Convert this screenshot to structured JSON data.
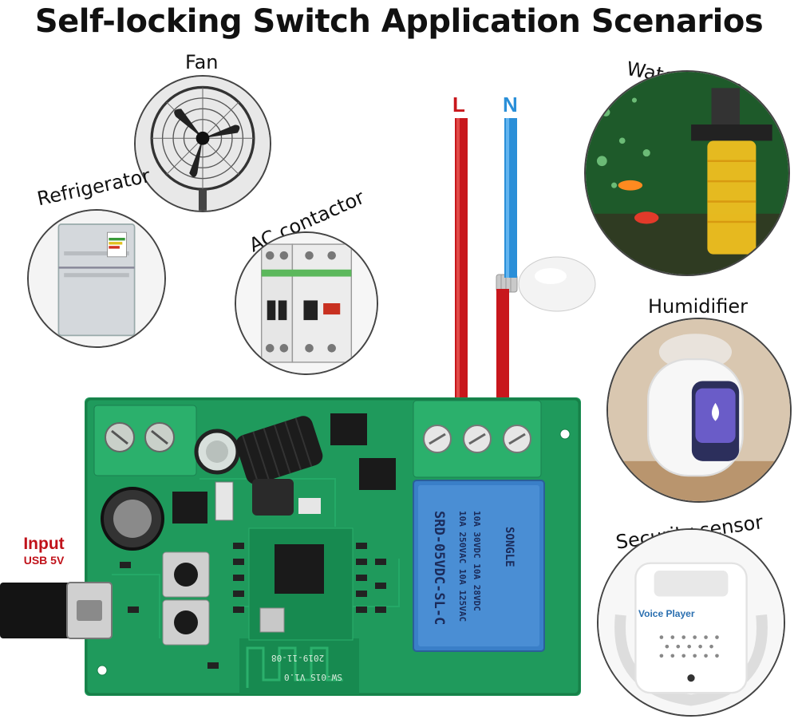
{
  "title": "Self-locking Switch Application Scenarios",
  "scenarios": {
    "fan": "Fan",
    "refrigerator": "Refrigerator",
    "ac_contactor": "AC contactor",
    "water_pump": "Water pump",
    "humidifier": "Humidifier",
    "security_sensor": "Security sensor"
  },
  "input": {
    "line1": "Input",
    "line2": "USB 5V"
  },
  "wires": {
    "live": "L",
    "neutral": "N"
  },
  "relay": {
    "brand": "SONGLE",
    "model": "SRD-05VDC-SL-C",
    "rating1": "10A 250VAC  10A 125VAC",
    "rating2": "10A 30VDC   10A 28VDC"
  },
  "board_silk": {
    "date": "2019-11-08",
    "version": "SW-01S V1.0"
  },
  "sensor_text": "Voice Player",
  "colors": {
    "live_wire": "#c8171c",
    "neutral_wire": "#2a8fd8",
    "pcb": "#1f9a5c",
    "terminal": "#2bb06c",
    "relay": "#3a7fc8"
  }
}
